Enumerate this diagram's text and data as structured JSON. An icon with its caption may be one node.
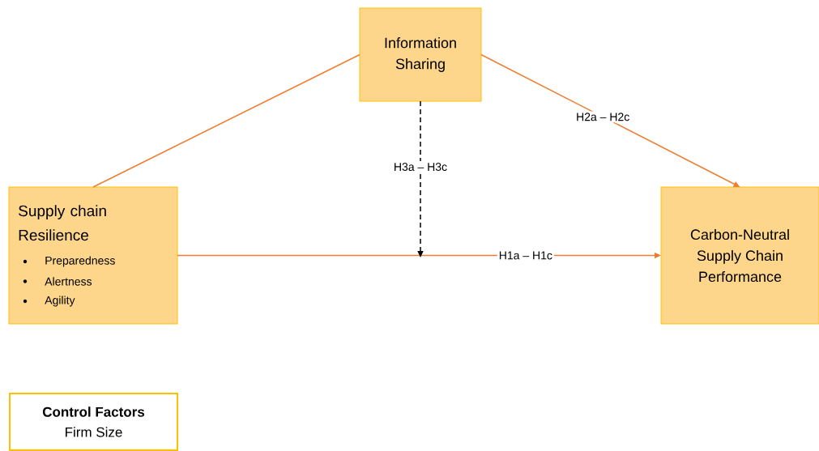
{
  "diagram": {
    "nodes": [
      {
        "text": [
          "Information Sharing"
        ]
      },
      {
        "text": [
          "Supply chain Resilience",
          "Preparedness",
          "Alertness",
          "Agility"
        ]
      },
      {
        "text": [
          "Carbon-Neutral Supply Chain Performance"
        ]
      },
      {
        "text": [
          "Control Factors",
          "Firm Size"
        ]
      }
    ],
    "edges": [
      {
        "from": 1,
        "to": 0,
        "arrow": "none"
      },
      {
        "from": 0,
        "to": 2,
        "arrow": "to",
        "label": "H2a – H2c"
      },
      {
        "from": 1,
        "to": 2,
        "arrow": "to",
        "label": "H1a – H1c"
      },
      {
        "from": 0,
        "to": null,
        "arrow": "to",
        "label": "H3a – H3c",
        "style": "dashed",
        "color": "#000000"
      }
    ]
  }
}
